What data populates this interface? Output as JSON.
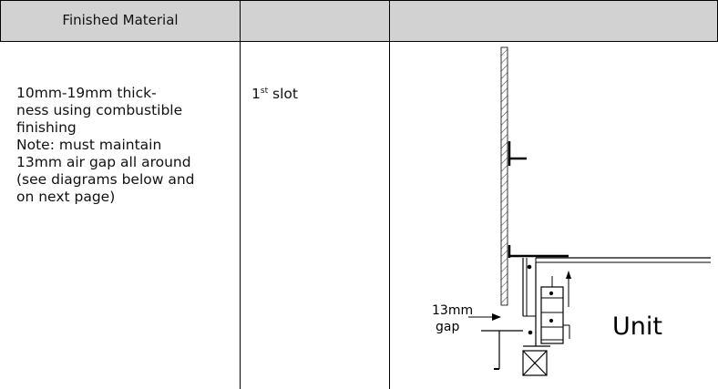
{
  "table": {
    "headers": [
      "Finished Material",
      "",
      ""
    ],
    "row": {
      "description_lines": [
        "10mm-19mm thick-",
        "ness using combustible",
        "finishing",
        "Note: must maintain",
        "13mm air gap all around",
        "(see diagrams below and",
        "on next page)"
      ],
      "slot_number": "1",
      "slot_suffix": "st",
      "slot_word": "slot"
    }
  },
  "diagram": {
    "gap_label_line1": "13mm",
    "gap_label_line2": "gap",
    "unit_label": "Unit"
  }
}
